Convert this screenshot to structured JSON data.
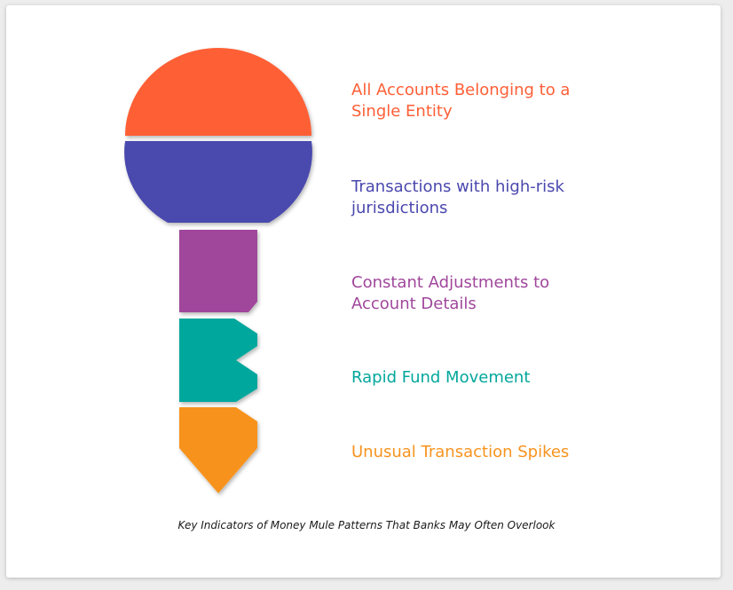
{
  "indicators": [
    {
      "label": "All Accounts  Belonging to a Single Entity",
      "color": "#ff5f36"
    },
    {
      "label": "Transactions with high-risk jurisdictions",
      "color": "#4a48ae"
    },
    {
      "label": "Constant  Adjustments to Account Details",
      "color": "#a0479c"
    },
    {
      "label": "Rapid Fund Movement",
      "color": "#02a79c"
    },
    {
      "label": "Unusual Transaction Spikes",
      "color": "#f7931e"
    }
  ],
  "caption": "Key Indicators of Money Mule Patterns That Banks May Often Overlook"
}
